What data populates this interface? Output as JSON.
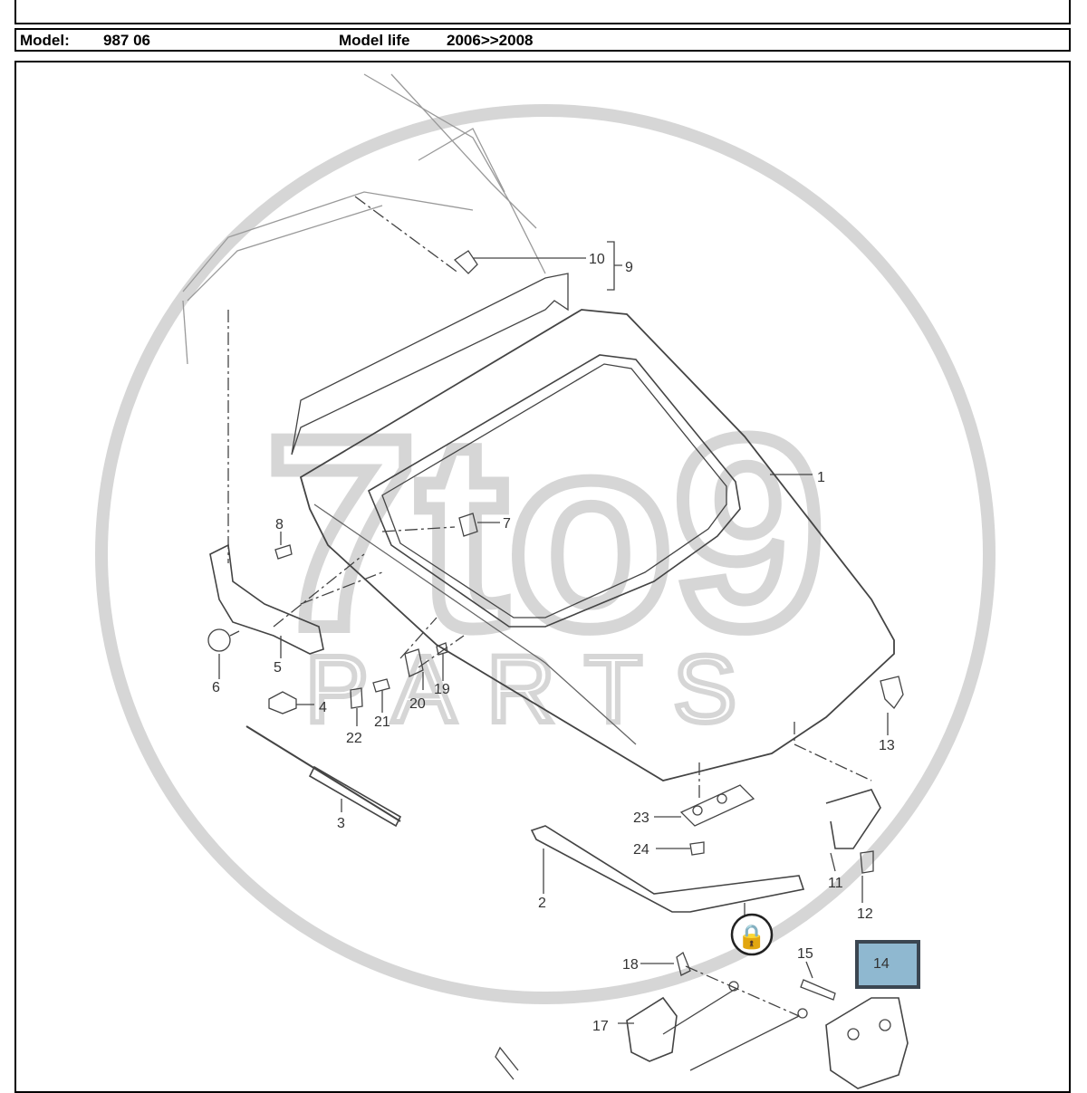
{
  "header": {
    "model_label": "Model:",
    "model_value": "987 06",
    "model_life_label": "Model life",
    "model_life_value": "2006>>2008"
  },
  "watermark": {
    "logo_main": "7to9",
    "logo_sub": "PARTS"
  },
  "callouts": {
    "c1": "1",
    "c2": "2",
    "c3": "3",
    "c4": "4",
    "c5": "5",
    "c6": "6",
    "c7": "7",
    "c8": "8",
    "c9": "9",
    "c10": "10",
    "c11": "11",
    "c12": "12",
    "c13": "13",
    "c14": "14",
    "c15": "15",
    "c17": "17",
    "c18": "18",
    "c19": "19",
    "c20": "20",
    "c21": "21",
    "c22": "22",
    "c23": "23",
    "c24": "24"
  },
  "colors": {
    "highlight_fill": "#8fb8d0",
    "highlight_border": "#3b4651",
    "watermark": "#d6d6d6",
    "line": "#444444"
  }
}
